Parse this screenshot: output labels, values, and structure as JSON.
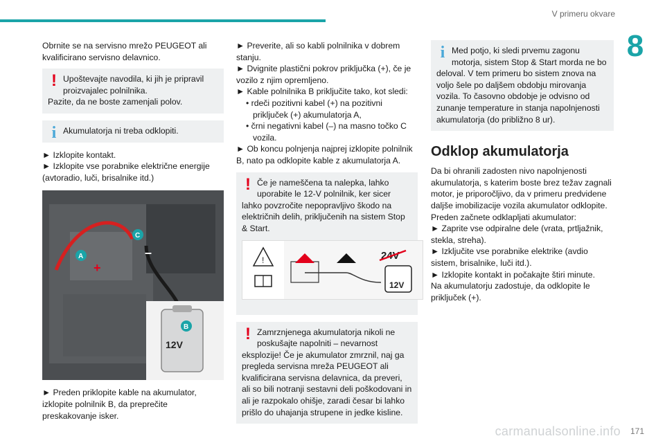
{
  "header": {
    "running_title": "V primeru okvare",
    "chapter": "8"
  },
  "col1": {
    "p1": "Obrnite se na servisno mrežo PEUGEOT ali kvalificirano servisno delavnico.",
    "warn1_line1": "Upoštevajte navodila, ki jih je pripravil",
    "warn1_line2": "proizvajalec polnilnika.",
    "warn1_line3": "Pazite, da ne boste zamenjali polov.",
    "info1": "Akumulatorja ni treba odklopiti.",
    "step1": "► Izklopite kontakt.",
    "step2": "► Izklopite vse porabnike električne energije (avtoradio, luči, brisalnike itd.)",
    "photo_labels": {
      "a": "A",
      "b": "B",
      "c": "C",
      "battery_voltage": "12V"
    },
    "step3": "► Preden priklopite kable na akumulator, izklopite polnilnik B, da preprečite preskakovanje isker."
  },
  "col2": {
    "s1": "► Preverite, ali so kabli polnilnika v dobrem stanju.",
    "s2": "► Dvignite plastični pokrov priključka (+), če je vozilo z njim opremljeno.",
    "s3": "► Kable polnilnika B priključite tako, kot sledi:",
    "b1": "• rdeči pozitivni kabel (+) na pozitivni priključek (+) akumulatorja A,",
    "b2": "• črni negativni kabel (–) na masno točko C vozila.",
    "s4": "► Ob koncu polnjenja najprej izklopite polnilnik B, nato pa odklopite kable z akumulatorja A.",
    "warn2_line1": "Če je nameščena ta nalepka, lahko",
    "warn2_line2": "uporabite le 12-V polnilnik, ker sicer",
    "warn2_rest": "lahko povzročite nepopravljivo škodo na električnih delih, priključenih na sistem Stop & Start.",
    "picto_24v": "24V",
    "picto_12v": "12V",
    "warn3_line1": "Zamrznjenega akumulatorja nikoli ne",
    "warn3_line2": "poskušajte napolniti – nevarnost",
    "warn3_rest": "eksplozije! Če je akumulator zmrznil, naj ga pregleda servisna mreža PEUGEOT ali kvalificirana servisna delavnica, da preveri, ali so bili notranji sestavni deli poškodovani in ali je razpokalo ohišje, zaradi česar bi lahko prišlo do uhajanja strupene in jedke kisline."
  },
  "col3": {
    "info2_line1": "Med potjo, ki sledi prvemu zagonu",
    "info2_line2": "motorja, sistem Stop & Start morda ne bo",
    "info2_rest": "deloval. V tem primeru bo sistem znova na voljo šele po daljšem obdobju mirovanja vozila. To časovno obdobje je odvisno od zunanje temperature in stanja napolnjenosti akumulatorja (do približno 8 ur).",
    "heading": "Odklop akumulatorja",
    "p1": "Da bi ohranili zadosten nivo napolnjenosti akumulatorja, s katerim boste brez težav zagnali motor, je priporočljivo, da v primeru predvidene daljše imobilizacije vozila akumulator odklopite. Preden začnete odklapljati akumulator:",
    "s1": "► Zaprite vse odpiralne dele (vrata, prtljažnik, stekla, streha).",
    "s2": "► Izključite vse porabnike elektrike (avdio sistem, brisalnike, luči itd.).",
    "s3": "► Izklopite kontakt in počakajte štiri minute.",
    "p2": "Na akumulatorju zadostuje, da odklopite le priključek (+)."
  },
  "footer": {
    "page_number": "171",
    "watermark": "carmanualsonline.info"
  },
  "colors": {
    "accent": "#1aa4a8",
    "warning": "#e3001b",
    "info": "#4aa8d8",
    "panel": "#eef0f1"
  }
}
